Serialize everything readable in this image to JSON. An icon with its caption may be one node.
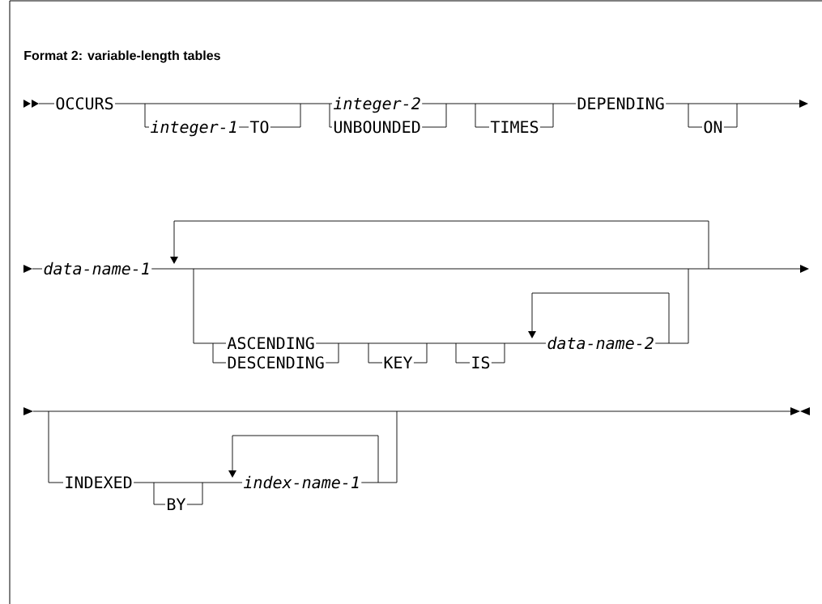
{
  "diagram": {
    "title": "Format 2: variable-length tables",
    "labels": [
      "OCCURS",
      "integer-1",
      "TO",
      "integer-2",
      "UNBOUNDED",
      "TIMES",
      "DEPENDING",
      "ON",
      "data-name-1",
      "ASCENDING",
      "DESCENDING",
      "KEY",
      "IS",
      "data-name-2",
      "INDEXED",
      "BY",
      "index-name-1"
    ]
  }
}
